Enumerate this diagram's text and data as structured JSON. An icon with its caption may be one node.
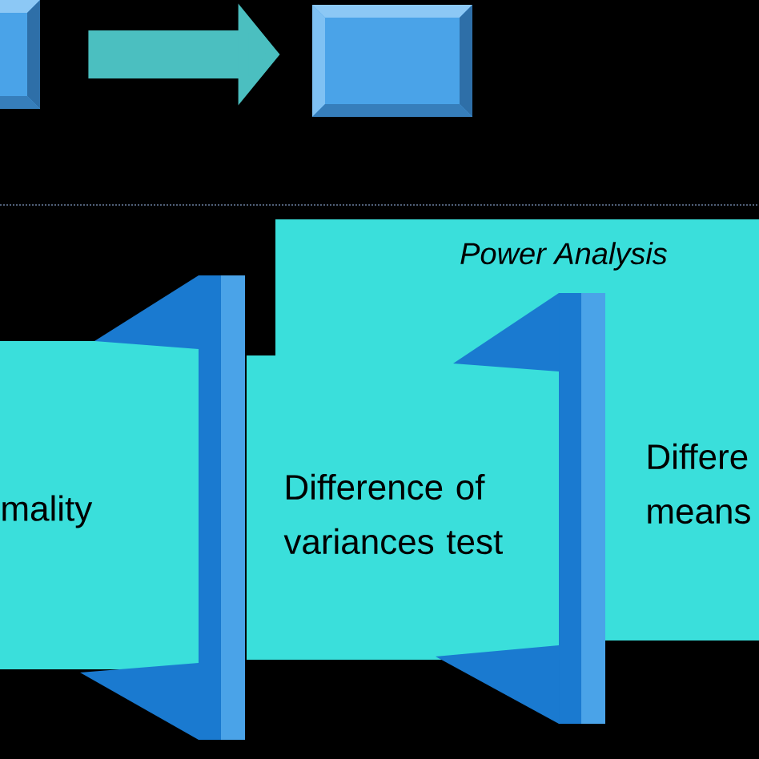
{
  "diagram": {
    "nodes": [
      {
        "text": [],
        "shape": "box"
      },
      {
        "text": [],
        "shape": "box"
      },
      {
        "text": [
          "Power Analysis"
        ]
      },
      {
        "text": [
          "mality"
        ]
      },
      {
        "text": [
          "Difference of variances test"
        ]
      },
      {
        "text": [
          "Differe means"
        ]
      }
    ],
    "edges": [
      {
        "from": 0,
        "to": 1,
        "arrow": "to"
      }
    ]
  }
}
